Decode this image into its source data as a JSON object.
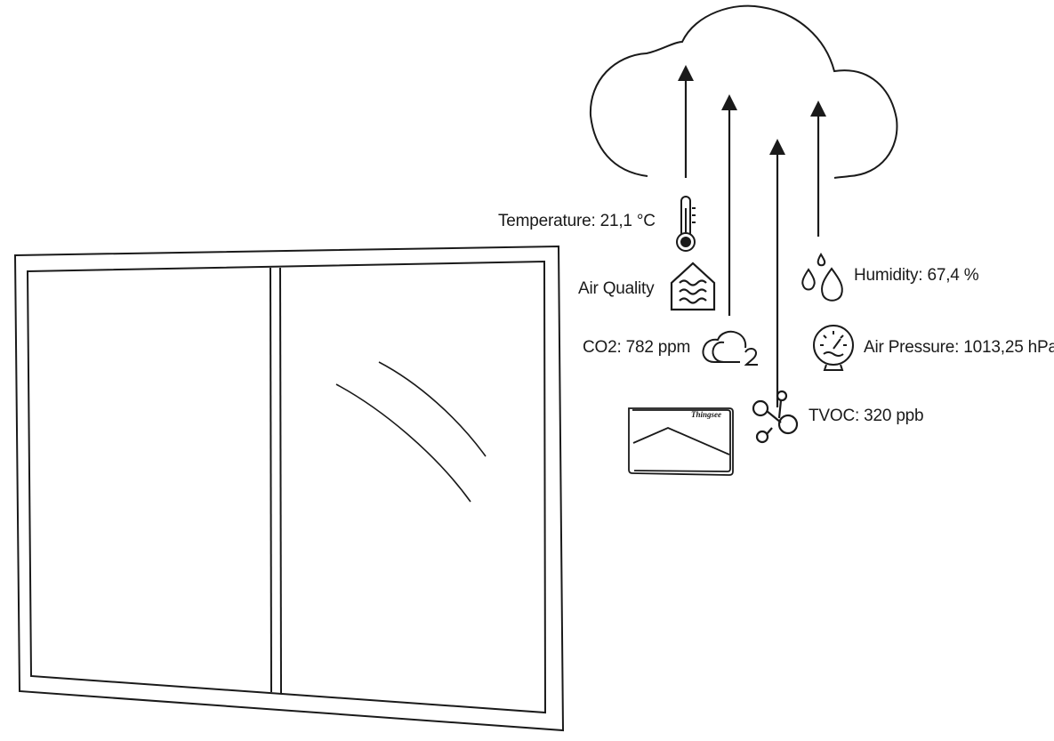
{
  "readings": {
    "temperature": "Temperature: 21,1 °C",
    "air_quality": "Air Quality",
    "co2": "CO2: 782 ppm",
    "humidity": "Humidity: 67,4 %",
    "air_pressure": "Air Pressure: 1013,25 hPa",
    "tvoc": "TVOC: 320 ppb"
  },
  "device": {
    "brand": "Thingsee"
  },
  "icons": {
    "temperature": "thermometer-icon",
    "air_quality": "house-waves-icon",
    "co2": "co2-cloud-icon",
    "humidity": "droplets-icon",
    "air_pressure": "pressure-gauge-icon",
    "tvoc": "molecule-icon",
    "cloud": "cloud-icon"
  },
  "colors": {
    "line": "#1a1a1a",
    "background": "#ffffff"
  }
}
